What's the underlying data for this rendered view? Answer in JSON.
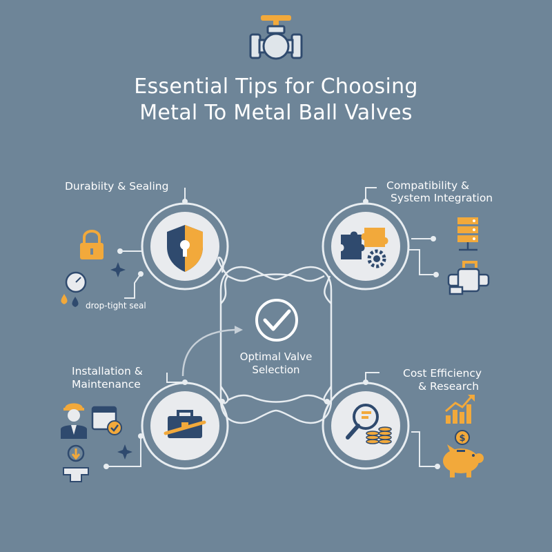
{
  "title": {
    "line1": "Essential Tips for Choosing",
    "line2": "Metal To Metal Ball Valves"
  },
  "center": {
    "label": "Optimal Valve Selection",
    "icon": "checkmark-icon"
  },
  "nodes": [
    {
      "id": "durability",
      "label": "Durabiity & Sealing",
      "icon": "shield-keyhole-icon",
      "extras": [
        "padlock-icon",
        "pressure-gauge-icon",
        "water-drops-icon",
        "sparkle-icon"
      ],
      "note": "drop-tight seal"
    },
    {
      "id": "compatibility",
      "label_line1": "Compatibility &",
      "label_line2": "System Integration",
      "icon": "puzzle-gear-icon",
      "extras": [
        "server-icon",
        "pipe-valve-icon"
      ]
    },
    {
      "id": "installation",
      "label_line1": "Installation &",
      "label_line2": "Maintenance",
      "icon": "toolbox-wrench-icon",
      "extras": [
        "engineer-icon",
        "calendar-check-icon",
        "download-icon",
        "pipe-fitting-icon",
        "sparkle-icon"
      ]
    },
    {
      "id": "cost",
      "label_line1": "Cost Efficiency",
      "label_line2": "& Research",
      "icon": "magnifier-coins-icon",
      "extras": [
        "growth-chart-icon",
        "dollar-coin-icon",
        "piggy-bank-icon"
      ]
    }
  ],
  "colors": {
    "background": "#6e8598",
    "navy": "#2f4a6e",
    "accent": "#f2a93b",
    "line": "#e8edf1",
    "circle_fill": "#e9ebee"
  }
}
